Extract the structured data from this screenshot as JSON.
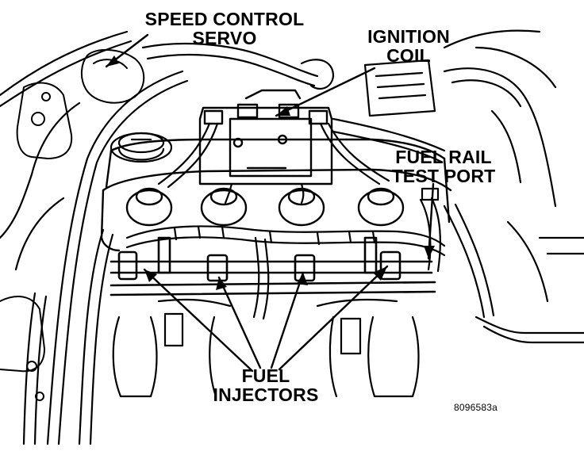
{
  "callouts": {
    "speed_control_servo": {
      "line1": "SPEED CONTROL",
      "line2": "SERVO"
    },
    "ignition_coil": {
      "line1": "IGNITION",
      "line2": "COIL"
    },
    "fuel_rail_test_port": {
      "line1": "FUEL RAIL",
      "line2": "TEST PORT"
    },
    "fuel_injectors": {
      "line1": "FUEL",
      "line2": "INJECTORS"
    }
  },
  "figure_id": "8096583a",
  "colors": {
    "ink": "#000000",
    "paper": "#ffffff"
  }
}
